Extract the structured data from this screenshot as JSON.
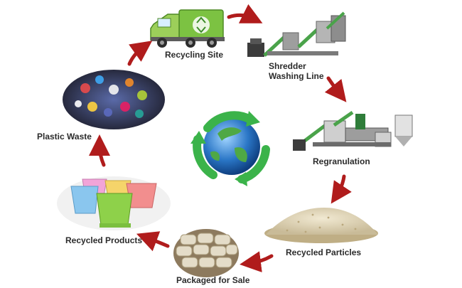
{
  "diagram": {
    "steps": {
      "recycling_site": "Recycling Site",
      "shredder_line1": "Shredder",
      "shredder_line2": "Washing Line",
      "regranulation": "Regranulation",
      "recycled_particles": "Recycled Particles",
      "packaged_for_sale": "Packaged for Sale",
      "recycled_products": "Recycled Products",
      "plastic_waste": "Plastic Waste"
    },
    "colors": {
      "arrow": "#b01c1c",
      "truck_green": "#7cc242",
      "globe_blue": "#2a76c6",
      "recycle_green": "#3bb34a"
    },
    "icons": [
      "garbage-truck-icon",
      "shredder-washing-line-icon",
      "regranulation-machine-icon",
      "recycled-particles-icon",
      "sacks-icon",
      "plastic-pots-icon",
      "plastic-bales-icon",
      "recycle-globe-icon"
    ]
  }
}
